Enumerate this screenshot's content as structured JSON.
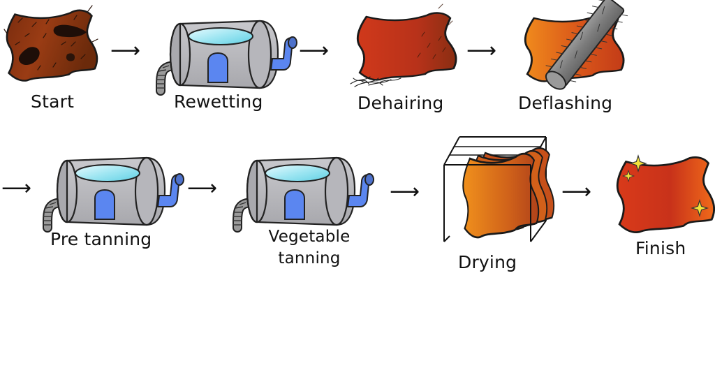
{
  "steps": [
    {
      "label": "Start",
      "icon": "raw-hide-icon"
    },
    {
      "label": "Rewetting",
      "icon": "drum-icon"
    },
    {
      "label": "Dehairing",
      "icon": "dehaired-hide-icon"
    },
    {
      "label": "Deflashing",
      "icon": "deflashing-roller-icon"
    },
    {
      "label": "Pre tanning",
      "icon": "drum-icon"
    },
    {
      "label": "Vegetable tanning",
      "label_lines": [
        "Vegetable",
        "tanning"
      ],
      "icon": "drum-icon"
    },
    {
      "label": "Drying",
      "icon": "drying-rack-icon"
    },
    {
      "label": "Finish",
      "icon": "finished-leather-icon"
    }
  ],
  "arrow_glyph": "⟶",
  "colors": {
    "hide_dark": "#6b2a0b",
    "hide_mid": "#a8401a",
    "hide_red": "#c2341a",
    "hide_orange": "#e8781a",
    "drum_gray": "#b8b8bc",
    "drum_window": "#9fe6f2",
    "drum_door": "#5b86f0",
    "sparkle": "#f2e23a"
  }
}
